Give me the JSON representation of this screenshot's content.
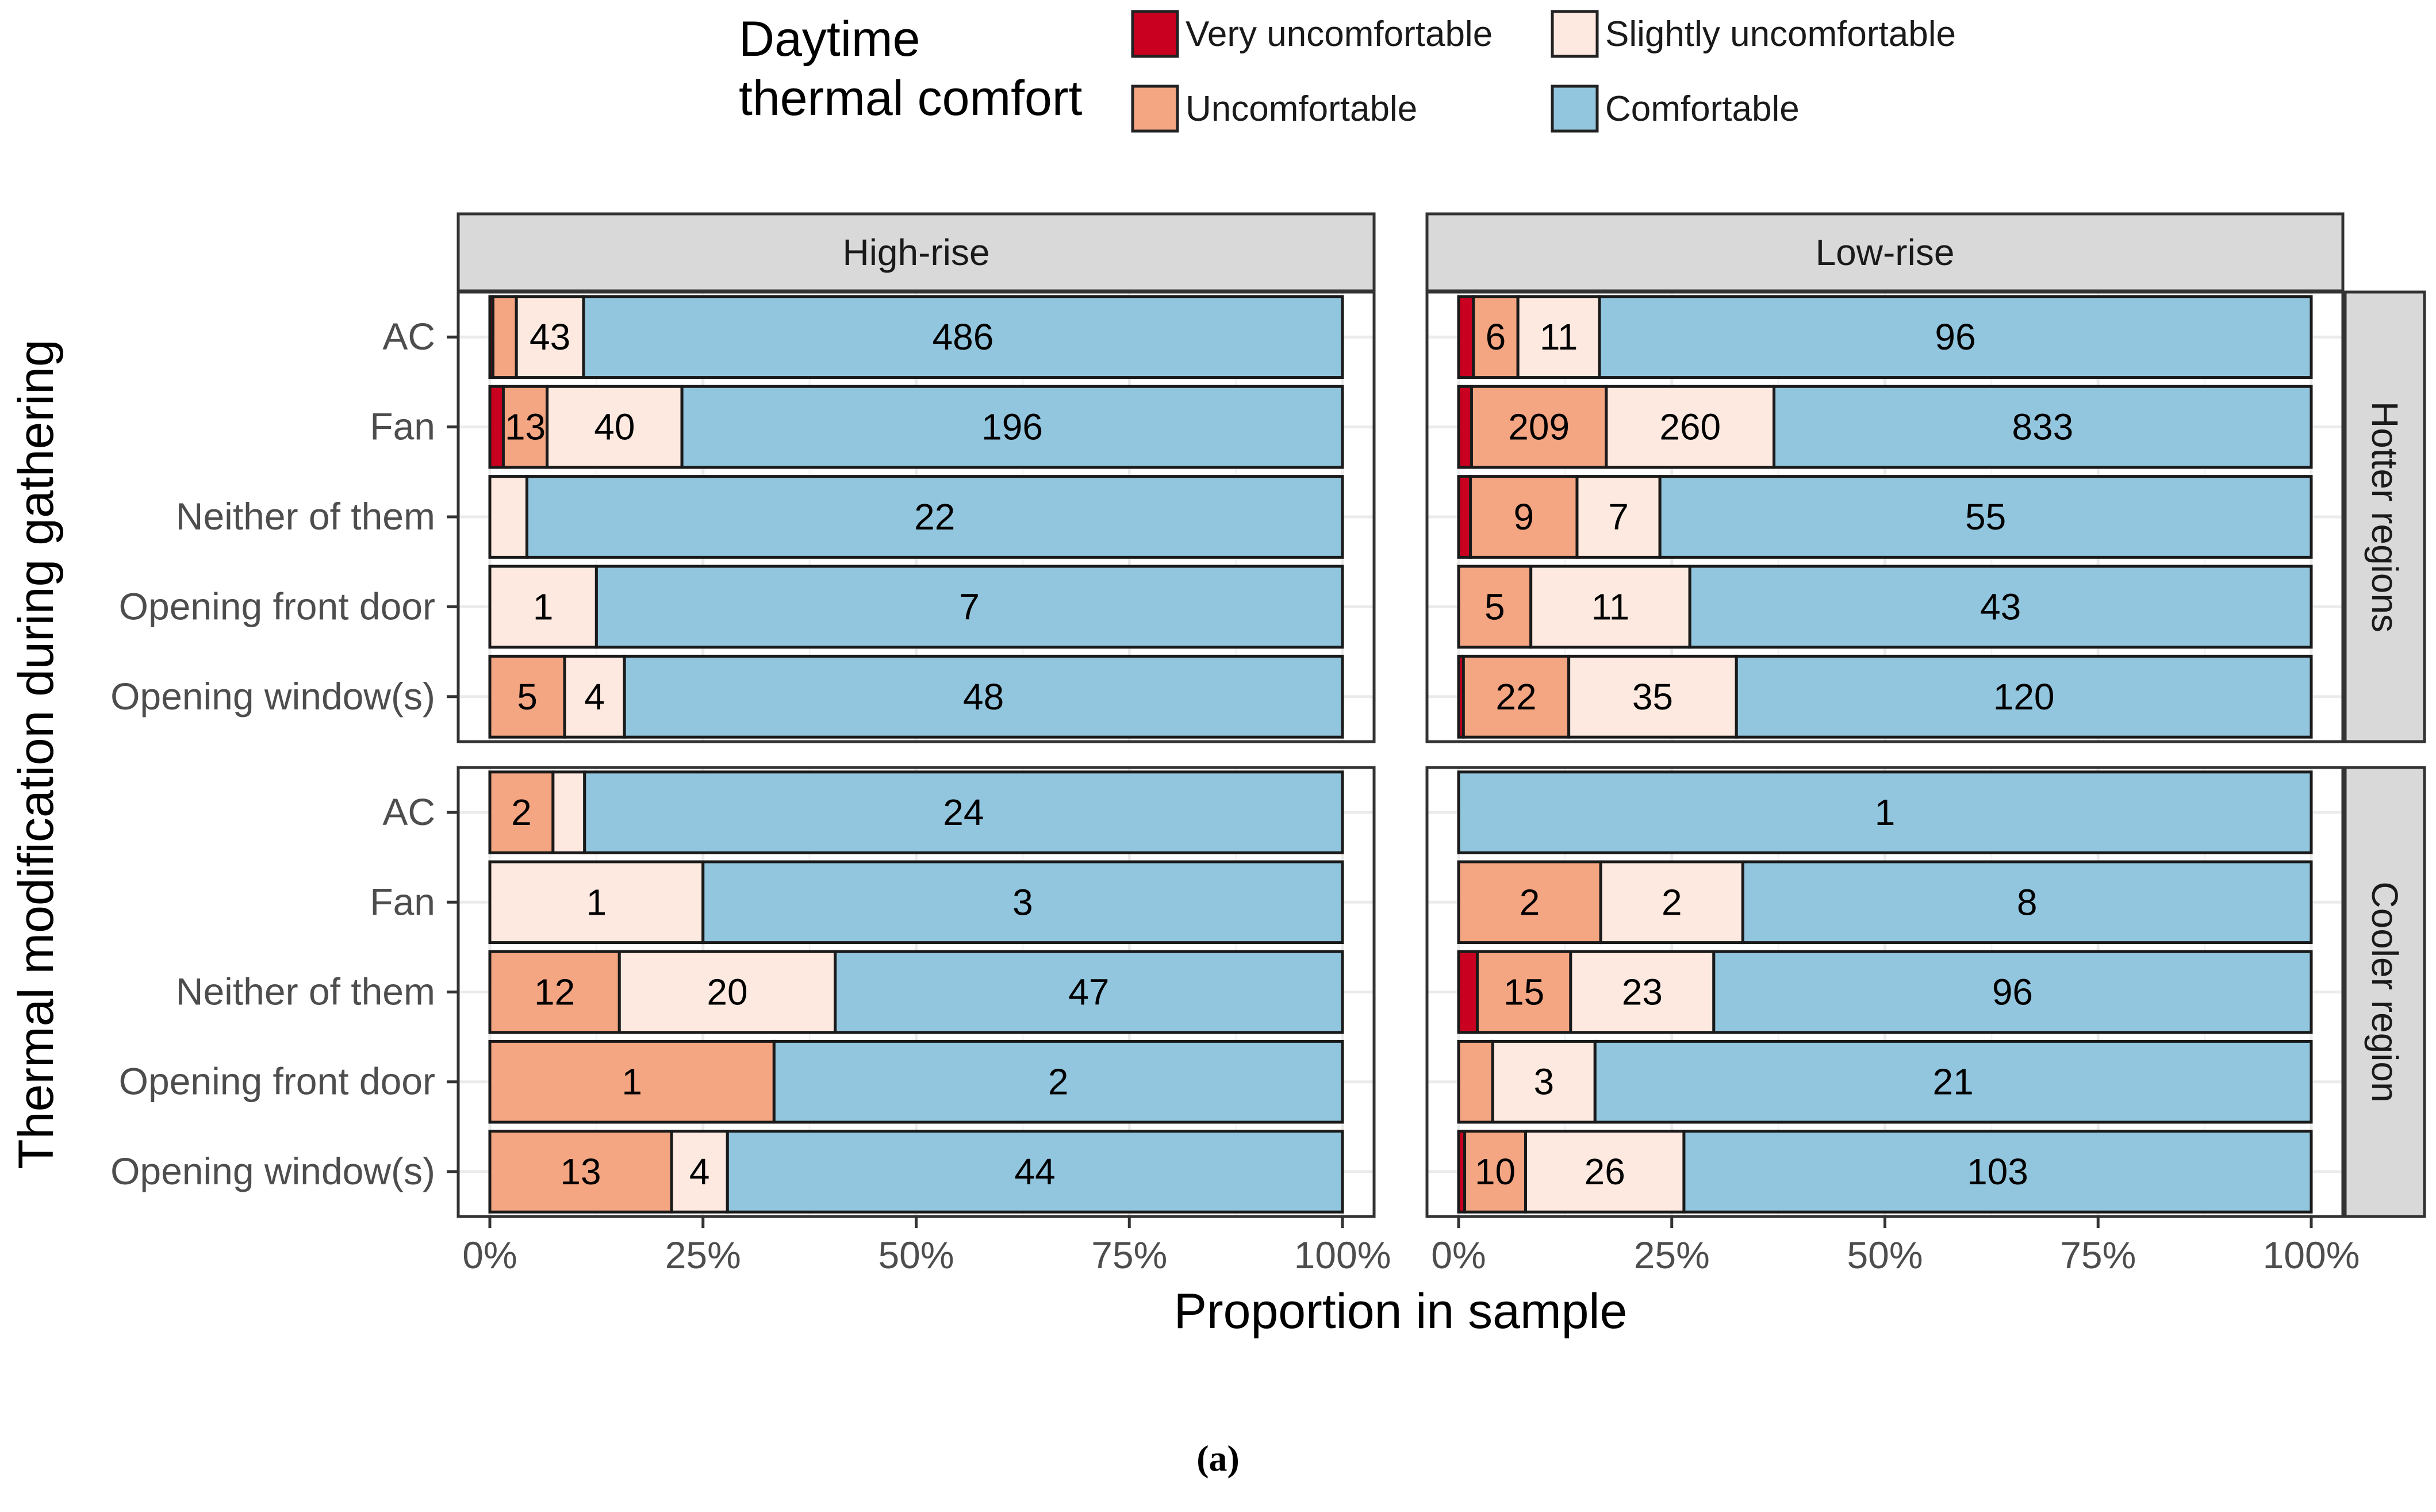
{
  "chart_data": {
    "type": "bar",
    "orientation": "horizontal",
    "stacked": "percent",
    "title": "",
    "xlabel": "Proportion in sample",
    "ylabel": "Thermal modification during gathering",
    "xlim": [
      0,
      1
    ],
    "x_ticks": [
      "0%",
      "25%",
      "50%",
      "75%",
      "100%"
    ],
    "grid": true,
    "legend": {
      "title_lines": [
        "Daytime",
        "thermal comfort"
      ],
      "position": "top",
      "entries": [
        {
          "label": "Very uncomfortable",
          "color": "#ca0020"
        },
        {
          "label": "Uncomfortable",
          "color": "#f4a582"
        },
        {
          "label": "Slightly uncomfortable",
          "color": "#fde9df"
        },
        {
          "label": "Comfortable",
          "color": "#92c5de"
        }
      ]
    },
    "facet_columns": [
      "High-rise",
      "Low-rise"
    ],
    "facet_rows": [
      "Hotter regions",
      "Cooler region"
    ],
    "categories": [
      "AC",
      "Fan",
      "Neither of them",
      "Opening front door",
      "Opening window(s)"
    ],
    "panels": [
      {
        "column": "High-rise",
        "row": "Hotter regions",
        "bars": [
          {
            "category": "AC",
            "counts": [
              2,
              15,
              43,
              486
            ],
            "labels": [
              "",
              "",
              "43",
              "486"
            ]
          },
          {
            "category": "Fan",
            "counts": [
              4,
              13,
              40,
              196
            ],
            "labels": [
              "",
              "13",
              "40",
              "196"
            ]
          },
          {
            "category": "Neither of them",
            "counts": [
              0,
              0,
              1,
              22
            ],
            "labels": [
              "",
              "",
              "",
              "22"
            ]
          },
          {
            "category": "Opening front door",
            "counts": [
              0,
              0,
              1,
              7
            ],
            "labels": [
              "",
              "",
              "1",
              "7"
            ]
          },
          {
            "category": "Opening window(s)",
            "counts": [
              0,
              5,
              4,
              48
            ],
            "labels": [
              "",
              "5",
              "4",
              "48"
            ]
          }
        ]
      },
      {
        "column": "Low-rise",
        "row": "Hotter regions",
        "bars": [
          {
            "category": "AC",
            "counts": [
              2,
              6,
              11,
              96
            ],
            "labels": [
              "",
              "6",
              "11",
              "96"
            ]
          },
          {
            "category": "Fan",
            "counts": [
              20,
              209,
              260,
              833
            ],
            "labels": [
              "",
              "209",
              "260",
              "833"
            ]
          },
          {
            "category": "Neither of them",
            "counts": [
              1,
              9,
              7,
              55
            ],
            "labels": [
              "",
              "9",
              "7",
              "55"
            ]
          },
          {
            "category": "Opening front door",
            "counts": [
              0,
              5,
              11,
              43
            ],
            "labels": [
              "",
              "5",
              "11",
              "43"
            ]
          },
          {
            "category": "Opening window(s)",
            "counts": [
              1,
              22,
              35,
              120
            ],
            "labels": [
              "",
              "22",
              "35",
              "120"
            ]
          }
        ]
      },
      {
        "column": "High-rise",
        "row": "Cooler region",
        "bars": [
          {
            "category": "AC",
            "counts": [
              0,
              2,
              1,
              24
            ],
            "labels": [
              "",
              "2",
              "",
              "24"
            ]
          },
          {
            "category": "Fan",
            "counts": [
              0,
              0,
              1,
              3
            ],
            "labels": [
              "",
              "",
              "1",
              "3"
            ]
          },
          {
            "category": "Neither of them",
            "counts": [
              0,
              12,
              20,
              47
            ],
            "labels": [
              "",
              "12",
              "20",
              "47"
            ]
          },
          {
            "category": "Opening front door",
            "counts": [
              0,
              1,
              0,
              2
            ],
            "labels": [
              "",
              "1",
              "",
              "2"
            ]
          },
          {
            "category": "Opening window(s)",
            "counts": [
              0,
              13,
              4,
              44
            ],
            "labels": [
              "",
              "13",
              "4",
              "44"
            ]
          }
        ]
      },
      {
        "column": "Low-rise",
        "row": "Cooler region",
        "bars": [
          {
            "category": "AC",
            "counts": [
              0,
              0,
              0,
              1
            ],
            "labels": [
              "",
              "",
              "",
              "1"
            ]
          },
          {
            "category": "Fan",
            "counts": [
              0,
              2,
              2,
              8
            ],
            "labels": [
              "",
              "2",
              "2",
              "8"
            ]
          },
          {
            "category": "Neither of them",
            "counts": [
              3,
              15,
              23,
              96
            ],
            "labels": [
              "",
              "15",
              "23",
              "96"
            ]
          },
          {
            "category": "Opening front door",
            "counts": [
              0,
              1,
              3,
              21
            ],
            "labels": [
              "",
              "",
              "3",
              "21"
            ]
          },
          {
            "category": "Opening window(s)",
            "counts": [
              1,
              10,
              26,
              103
            ],
            "labels": [
              "",
              "10",
              "26",
              "103"
            ]
          }
        ]
      }
    ]
  },
  "caption": "(a)"
}
